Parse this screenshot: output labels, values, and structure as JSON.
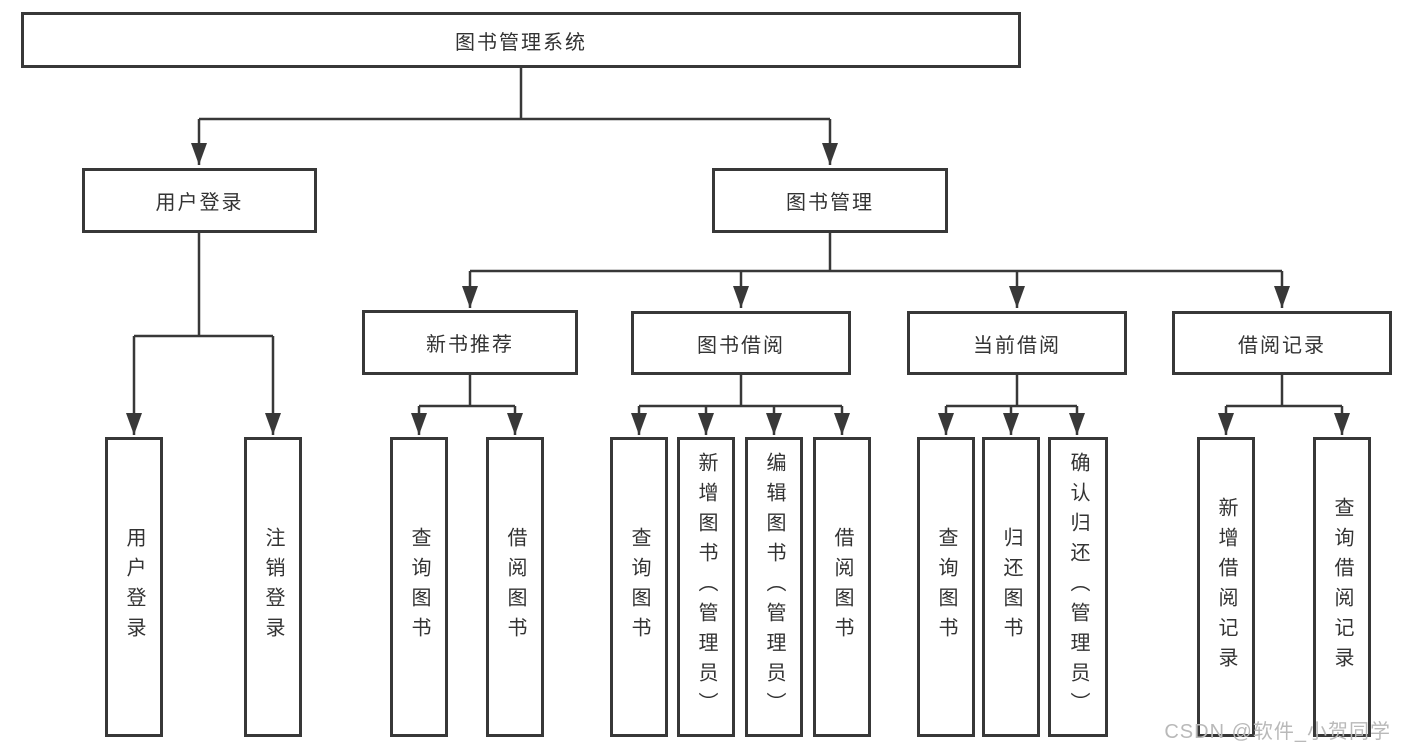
{
  "diagram": {
    "root": {
      "label": "图书管理系统"
    },
    "branches": [
      {
        "label": "用户登录"
      },
      {
        "label": "图书管理"
      }
    ],
    "modules": [
      {
        "label": "新书推荐"
      },
      {
        "label": "图书借阅"
      },
      {
        "label": "当前借阅"
      },
      {
        "label": "借阅记录"
      }
    ],
    "leaves": [
      {
        "label": "用户登录"
      },
      {
        "label": "注销登录"
      },
      {
        "label": "查询图书"
      },
      {
        "label": "借阅图书"
      },
      {
        "label": "查询图书"
      },
      {
        "label": "新增图书（管理员）"
      },
      {
        "label": "编辑图书（管理员）"
      },
      {
        "label": "借阅图书"
      },
      {
        "label": "查询图书"
      },
      {
        "label": "归还图书"
      },
      {
        "label": "确认归还（管理员）"
      },
      {
        "label": "新增借阅记录"
      },
      {
        "label": "查询借阅记录"
      }
    ]
  },
  "watermark": {
    "text": "CSDN @软件_小贺同学"
  },
  "colors": {
    "line": "#383838",
    "text": "#333333",
    "watermark": "#b9b9b9",
    "background": "#ffffff"
  }
}
